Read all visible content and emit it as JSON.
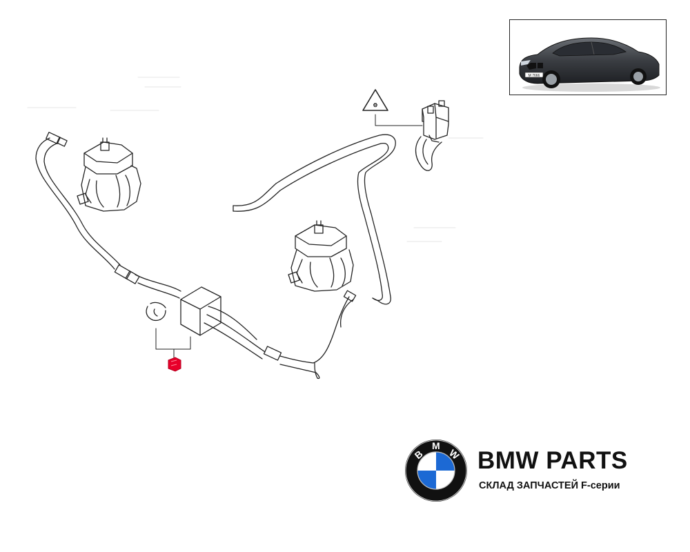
{
  "brand": {
    "title": "BMW PARTS",
    "subtitle": "СКЛАД ЗАПЧАСТЕЙ F-серии",
    "logo_letters": "BMW",
    "colors": {
      "blue": "#1c69d4",
      "black": "#111111",
      "white": "#ffffff"
    }
  },
  "thumbnail": {
    "plate_text": "M 7666"
  },
  "diagram": {
    "highlight_color": "#e8002a",
    "line_color": "#222222"
  }
}
